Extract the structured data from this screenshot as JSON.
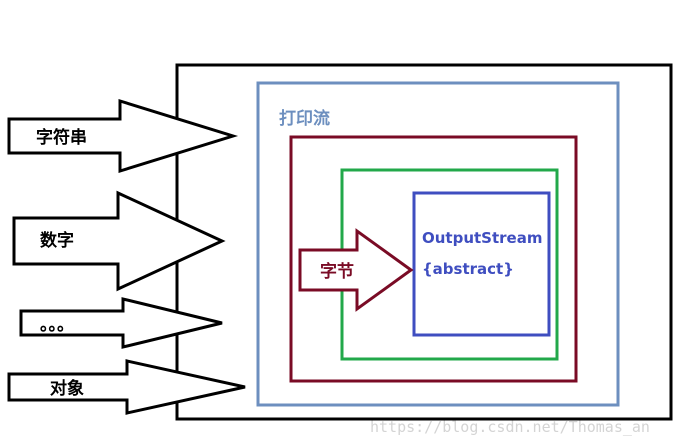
{
  "inputs": [
    {
      "label": "字符串"
    },
    {
      "label": "数字"
    },
    {
      "label": "。。。"
    },
    {
      "label": "对象"
    }
  ],
  "boxes": {
    "print_stream": {
      "label": "打印流",
      "color": "#6d8fbf"
    },
    "inner_red": {
      "color": "#7a0b25"
    },
    "inner_green": {
      "color": "#22a84a"
    },
    "output_stream": {
      "label": "OutputStream",
      "sublabel": "{abstract}",
      "color": "#3f4ec0"
    }
  },
  "byte_arrow": {
    "label": "字节",
    "color": "#7a0b25"
  },
  "watermark": "https://blog.csdn.net/Thomas_an"
}
